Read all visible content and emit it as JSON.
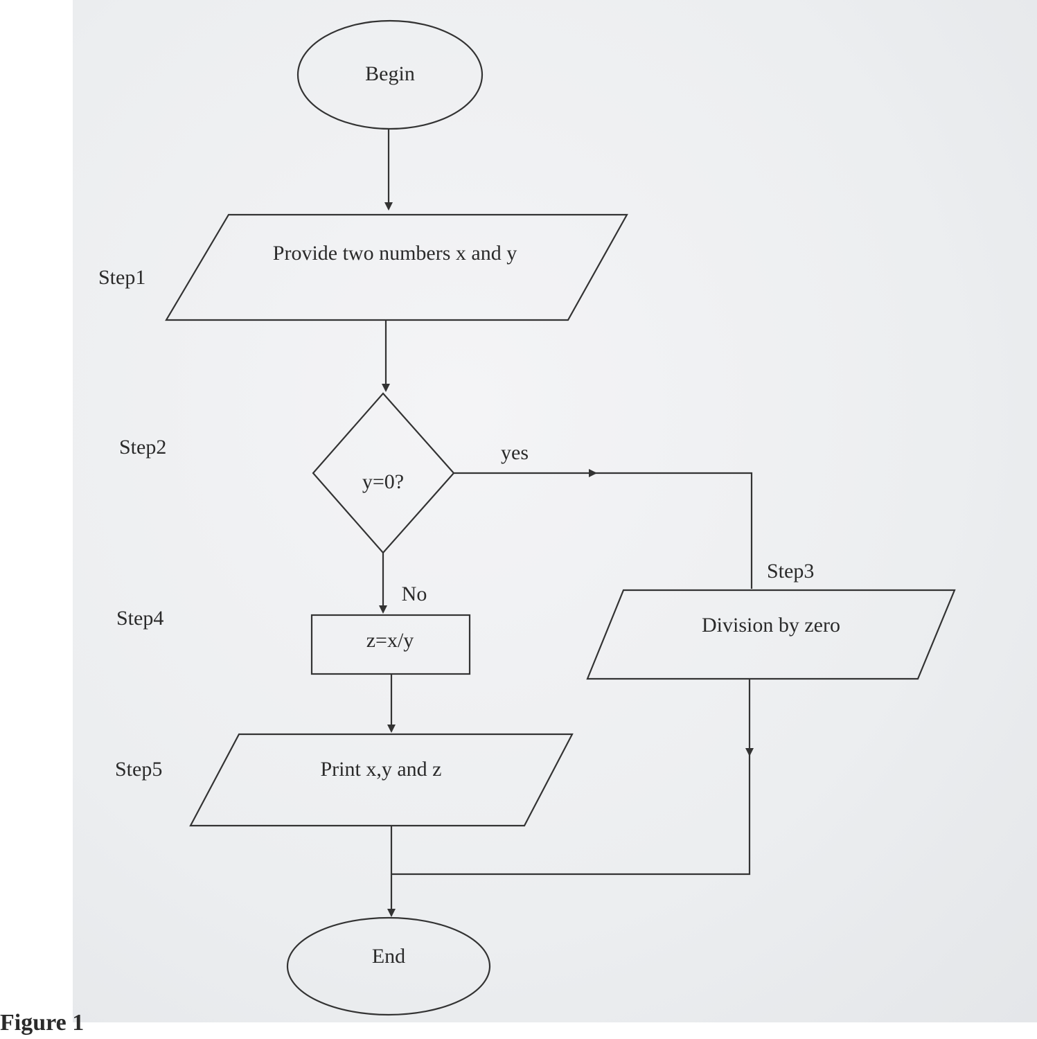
{
  "figure_caption": "Figure 1",
  "nodes": {
    "begin": "Begin",
    "step1_text": "Provide two numbers x and y",
    "step2_text": "y=0?",
    "step3_text": "Division by zero",
    "step4_text": "z=x/y",
    "step5_text": "Print  x,y and z",
    "end": "End"
  },
  "step_labels": {
    "step1": "Step1",
    "step2": "Step2",
    "step3": "Step3",
    "step4": "Step4",
    "step5": "Step5"
  },
  "edge_labels": {
    "yes": "yes",
    "no": "No"
  }
}
